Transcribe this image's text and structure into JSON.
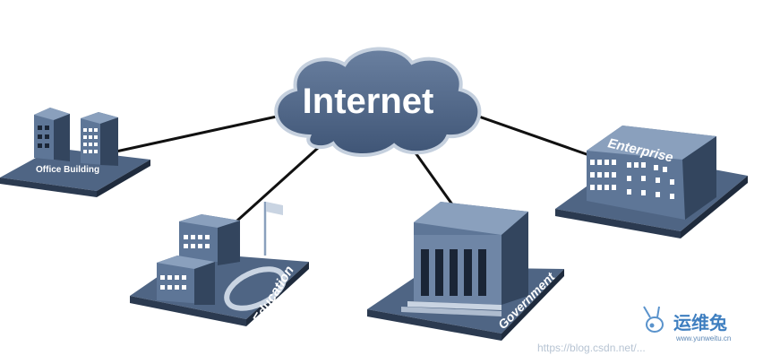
{
  "cloud": {
    "label": "Internet"
  },
  "nodes": {
    "office": {
      "label": "Office Building"
    },
    "education": {
      "label": "Education"
    },
    "government": {
      "label": "Government"
    },
    "enterprise": {
      "label": "Enterprise"
    }
  },
  "watermark": {
    "url_text": "https://blog.csdn.net/..."
  },
  "logo": {
    "name": "运维兔",
    "url": "www.yunweitu.cn"
  },
  "colors": {
    "platform_top": "#4f6584",
    "platform_side": "#2b3a50",
    "building_light": "#8aa0bd",
    "building_mid": "#5e7697",
    "building_dark": "#33455e",
    "cloud_fill": "#4e6586",
    "cloud_stroke": "#c5d0de"
  }
}
